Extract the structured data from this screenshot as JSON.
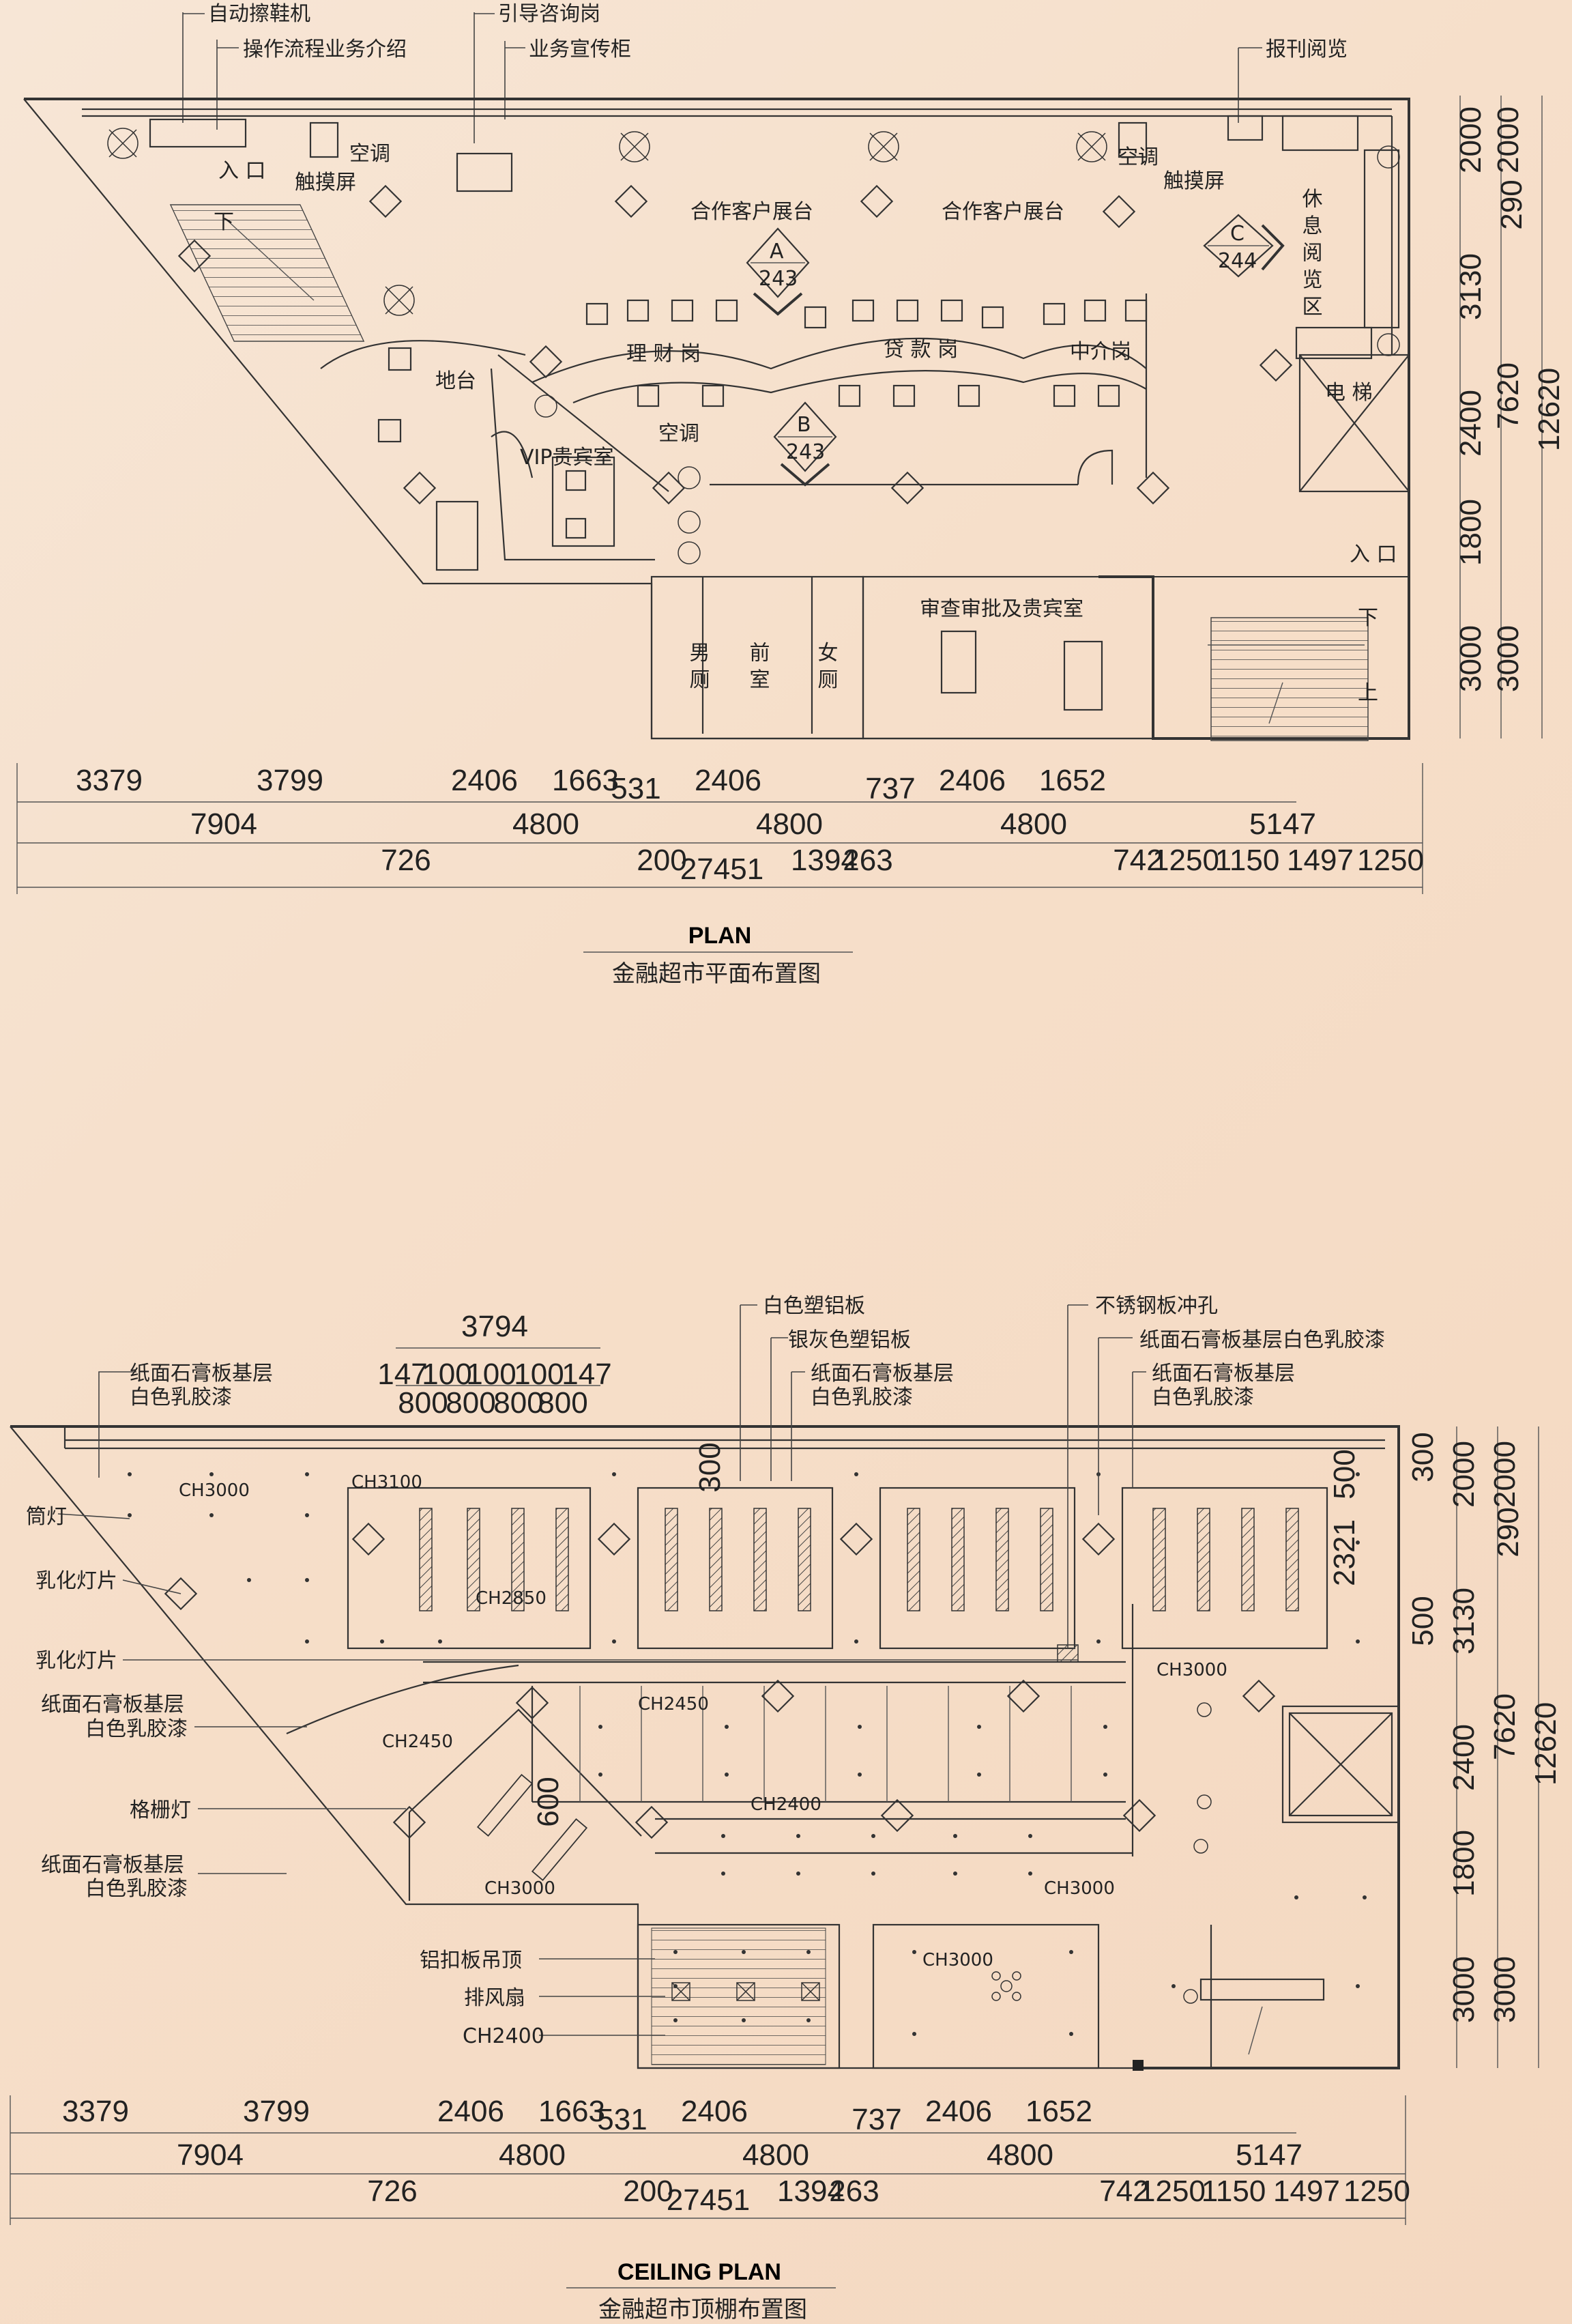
{
  "plan": {
    "title_en": "PLAN",
    "title_cn": "金融超市平面布置图",
    "callouts_top": [
      "自动擦鞋机",
      "操作流程业务介绍",
      "引导咨询岗",
      "业务宣传柜",
      "报刊阅览"
    ],
    "rooms": {
      "entrance_left": "入 口",
      "down_left": "下",
      "aircon_1": "空调",
      "touch_1": "触摸屏",
      "aircon_2": "空调",
      "touch_2": "触摸屏",
      "aircon_3": "空调",
      "partner_1": "合作客户展台",
      "partner_2": "合作客户展台",
      "rest_area": "休 息 阅 览 区",
      "platform": "地台",
      "finance": "理 财 岗",
      "loan": "贷 款 岗",
      "agency": "中介岗",
      "vip": "VIP贵宾室",
      "elevator": "电 梯",
      "entrance_right": "入 口",
      "down_right": "下",
      "up_right": "上",
      "mens": "男 厕",
      "anteroom": "前 室",
      "womens": "女 厕",
      "review": "审查审批及贵宾室"
    },
    "section_marks": [
      {
        "letter": "A",
        "num": "243"
      },
      {
        "letter": "B",
        "num": "243"
      },
      {
        "letter": "C",
        "num": "244"
      }
    ],
    "dims_h": {
      "row1": [
        "3379",
        "3799",
        "2406",
        "1663",
        "531",
        "2406",
        "737",
        "2406",
        "1652"
      ],
      "row2": [
        "7904",
        "4800",
        "4800",
        "4800",
        "5147"
      ],
      "row3": [
        "726",
        "200",
        "1394",
        "263",
        "742",
        "1250",
        "1150",
        "1497",
        "1250"
      ],
      "total": "27451"
    },
    "dims_v": {
      "inner": [
        "2000",
        "290",
        "3130",
        "2400",
        "1800",
        "3000"
      ],
      "mid": [
        "2000",
        "7620",
        "3000"
      ],
      "outer": "12620"
    }
  },
  "ceiling": {
    "title_en": "CEILING PLAN",
    "title_cn": "金融超市顶棚布置图",
    "top_dims": [
      "3794",
      "147",
      "100",
      "100",
      "100",
      "147",
      "800",
      "800",
      "800",
      "800"
    ],
    "callouts_left": [
      "纸面石膏板基层",
      "白色乳胶漆",
      "筒灯",
      "乳化灯片",
      "乳化灯片",
      "纸面石膏板基层",
      "白色乳胶漆",
      "格栅灯",
      "纸面石膏板基层",
      "白色乳胶漆",
      "铝扣板吊顶",
      "排风扇",
      "CH2400"
    ],
    "callouts_top": [
      "白色塑铝板",
      "银灰色塑铝板",
      "纸面石膏板基层",
      "白色乳胶漆",
      "不锈钢板冲孔",
      "纸面石膏板基层白色乳胶漆",
      "纸面石膏板基层",
      "白色乳胶漆"
    ],
    "heights": [
      "CH3000",
      "CH3100",
      "CH2850",
      "CH2450",
      "CH2450",
      "CH2400",
      "CH3000",
      "CH3000",
      "CH3000",
      "CH3000"
    ],
    "inner_dims": [
      "300",
      "600",
      "2321",
      "500",
      "500"
    ],
    "dims_h": {
      "row1": [
        "3379",
        "3799",
        "2406",
        "1663",
        "531",
        "2406",
        "737",
        "2406",
        "1652"
      ],
      "row2": [
        "7904",
        "4800",
        "4800",
        "4800",
        "5147"
      ],
      "row3": [
        "726",
        "200",
        "1394",
        "263",
        "742",
        "1250",
        "1150",
        "1497",
        "1250"
      ],
      "total": "27451"
    },
    "dims_v": {
      "inner": [
        "300",
        "2000",
        "290",
        "3130",
        "2400",
        "1800",
        "3000"
      ],
      "mid": [
        "2000",
        "7620",
        "3000"
      ],
      "outer": "12620"
    }
  }
}
